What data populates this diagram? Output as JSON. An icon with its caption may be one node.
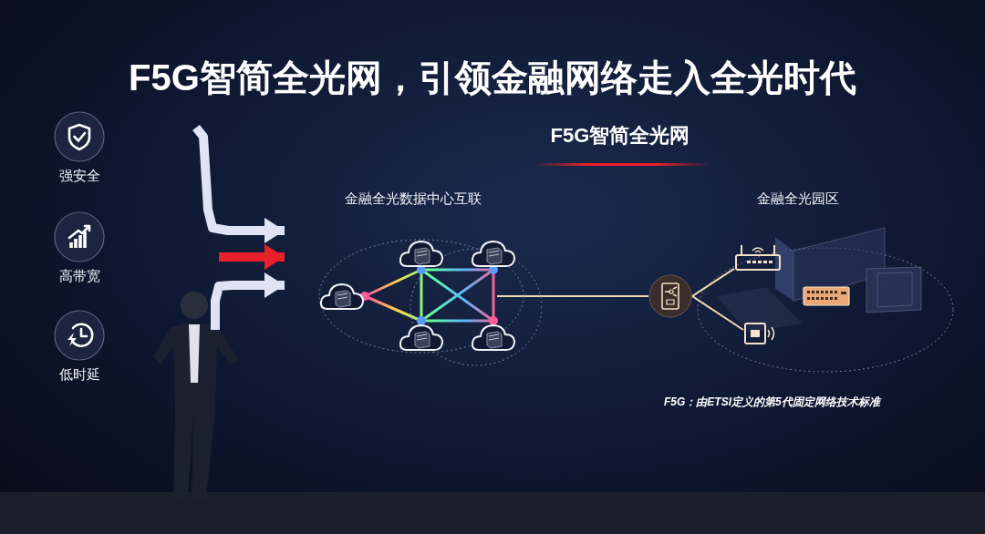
{
  "diagram": {
    "title": "F5G智简全光网，引领金融网络走入全光时代",
    "nodes": [
      {
        "text": [
          "强安全"
        ]
      },
      {
        "text": [
          "高带宽"
        ]
      },
      {
        "text": [
          "低时延"
        ]
      },
      {
        "text": [
          "金融全光数据中心互联"
        ]
      },
      {
        "text": [],
        "shape": "cloud",
        "in": 3
      },
      {
        "text": [],
        "shape": "cloud",
        "in": 3
      },
      {
        "text": [],
        "shape": "cloud",
        "in": 3
      },
      {
        "text": [],
        "shape": "cloud",
        "in": 3
      },
      {
        "text": [],
        "shape": "cloud",
        "in": 3
      },
      {
        "text": [
          "金融全光园区"
        ]
      },
      {
        "text": [],
        "shape": "circle"
      },
      {
        "text": [],
        "shape": "picture",
        "in": 9
      },
      {
        "text": [],
        "shape": "picture",
        "in": 9
      },
      {
        "text": [],
        "shape": "picture",
        "in": 9
      }
    ],
    "edges": [
      {
        "from": null,
        "to": 3,
        "arrow": "to",
        "style": "thick",
        "color": "#dfe3f5"
      },
      {
        "from": null,
        "to": 3,
        "arrow": "to",
        "style": "thick",
        "color": "#e8202a"
      },
      {
        "from": null,
        "to": 3,
        "arrow": "to",
        "style": "thick",
        "color": "#dfe3f5"
      },
      {
        "from": 6,
        "to": 4,
        "arrow": "none"
      },
      {
        "from": 6,
        "to": 7,
        "arrow": "none"
      },
      {
        "from": 4,
        "to": 5,
        "arrow": "none"
      },
      {
        "from": 4,
        "to": 7,
        "arrow": "none"
      },
      {
        "from": 4,
        "to": 8,
        "arrow": "none"
      },
      {
        "from": 5,
        "to": 7,
        "arrow": "none"
      },
      {
        "from": 5,
        "to": 8,
        "arrow": "none"
      },
      {
        "from": 7,
        "to": 8,
        "arrow": "none"
      },
      {
        "from": 3,
        "to": 10,
        "arrow": "none",
        "color": "#f0d8b0"
      },
      {
        "from": 10,
        "to": 11,
        "arrow": "none",
        "color": "#f0d8b0"
      },
      {
        "from": 10,
        "to": 13,
        "arrow": "none",
        "color": "#f0d8b0"
      }
    ],
    "labels": [
      "F5G智简全光网",
      "F5G：由ETSI定义的第5代固定网络技术标准"
    ]
  }
}
